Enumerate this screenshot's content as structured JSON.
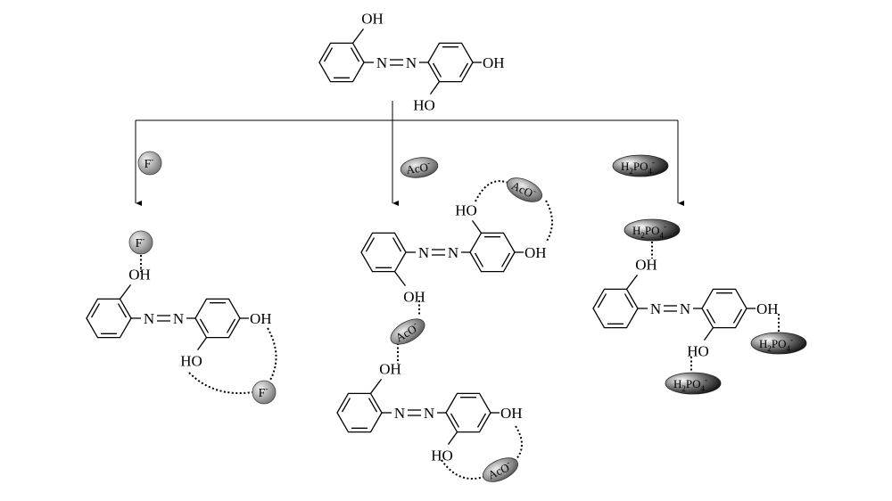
{
  "labels": {
    "oh": "OH",
    "ho": "HO",
    "n": "N"
  },
  "ions": {
    "fluoride": {
      "base": "F",
      "charge": "-"
    },
    "acetate": {
      "base": "AcO",
      "charge": "-"
    },
    "phosphate": {
      "h": "H",
      "sub1": "2",
      "po": "PO",
      "sub2": "4",
      "charge": "-"
    }
  },
  "colors": {
    "fluoride": "#9a9a9a",
    "acetate": "#8a8a8a",
    "phosphate": "#2a2a2a"
  }
}
